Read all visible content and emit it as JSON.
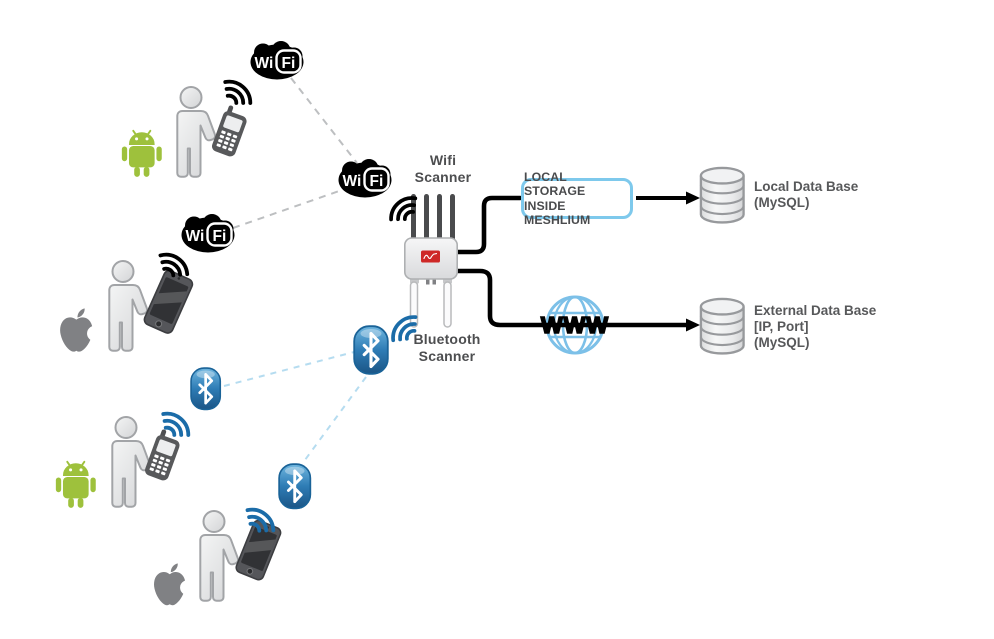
{
  "nodes": {
    "wifi_scanner": {
      "label_line1": "Wifi",
      "label_line2": "Scanner"
    },
    "bluetooth_scanner": {
      "label_line1": "Bluetooth",
      "label_line2": "Scanner"
    },
    "storage_box": {
      "label_line1": "LOCAL STORAGE",
      "label_line2": "INSIDE MESHLIUM"
    },
    "www_globe": {
      "label": "WWW"
    },
    "local_database": {
      "label_line1": "Local Data Base",
      "label_line2": "(MySQL)"
    },
    "external_database": {
      "label_line1": "External Data Base",
      "label_line2": "[IP, Port]",
      "label_line3": "(MySQL)"
    },
    "wifi_logo": {
      "text_wi": "Wi",
      "text_fi": "Fi"
    }
  },
  "icons": {
    "wifi-logo-icon": "black blob with Wi-Fi wordmark",
    "bluetooth-logo-icon": "blue badge with white bluetooth rune",
    "signal-waves-icon": "three radio signal arcs",
    "android-robot-icon": "green android robot",
    "apple-logo-icon": "gray apple with bite and leaf",
    "person-icon": "gray person silhouette",
    "feature-phone-icon": "keypad mobile phone with antenna",
    "smartphone-icon": "dark touchscreen smartphone",
    "meshlium-router-icon": "gray router box, 4 dark top antennas, 2 white bottom antennas, red logo",
    "globe-www-icon": "light blue wireframe globe",
    "database-cylinder-icon": "gray stacked database cylinder",
    "arrow-right-icon": "black right-pointing triangle"
  },
  "colors": {
    "wifi_logo_black": "#000000",
    "bluetooth_blue_light": "#66B1DC",
    "bluetooth_blue_dark": "#1E5F93",
    "signal_blue": "#1B6CA8",
    "android_green": "#9EC13C",
    "apple_gray": "#808184",
    "label_text_gray": "#4D4E50",
    "storage_border_blue": "#7EC9EC",
    "globe_blue": "#7CC0E8",
    "dashed_wifi_gray": "#BDBFC1",
    "dashed_bluetooth_blue": "#B5DCF0",
    "cable_black": "#000000",
    "device_body_gray": "#E8E9EA",
    "device_logo_red": "#CE2827",
    "database_gray": "#ECEDEE"
  }
}
